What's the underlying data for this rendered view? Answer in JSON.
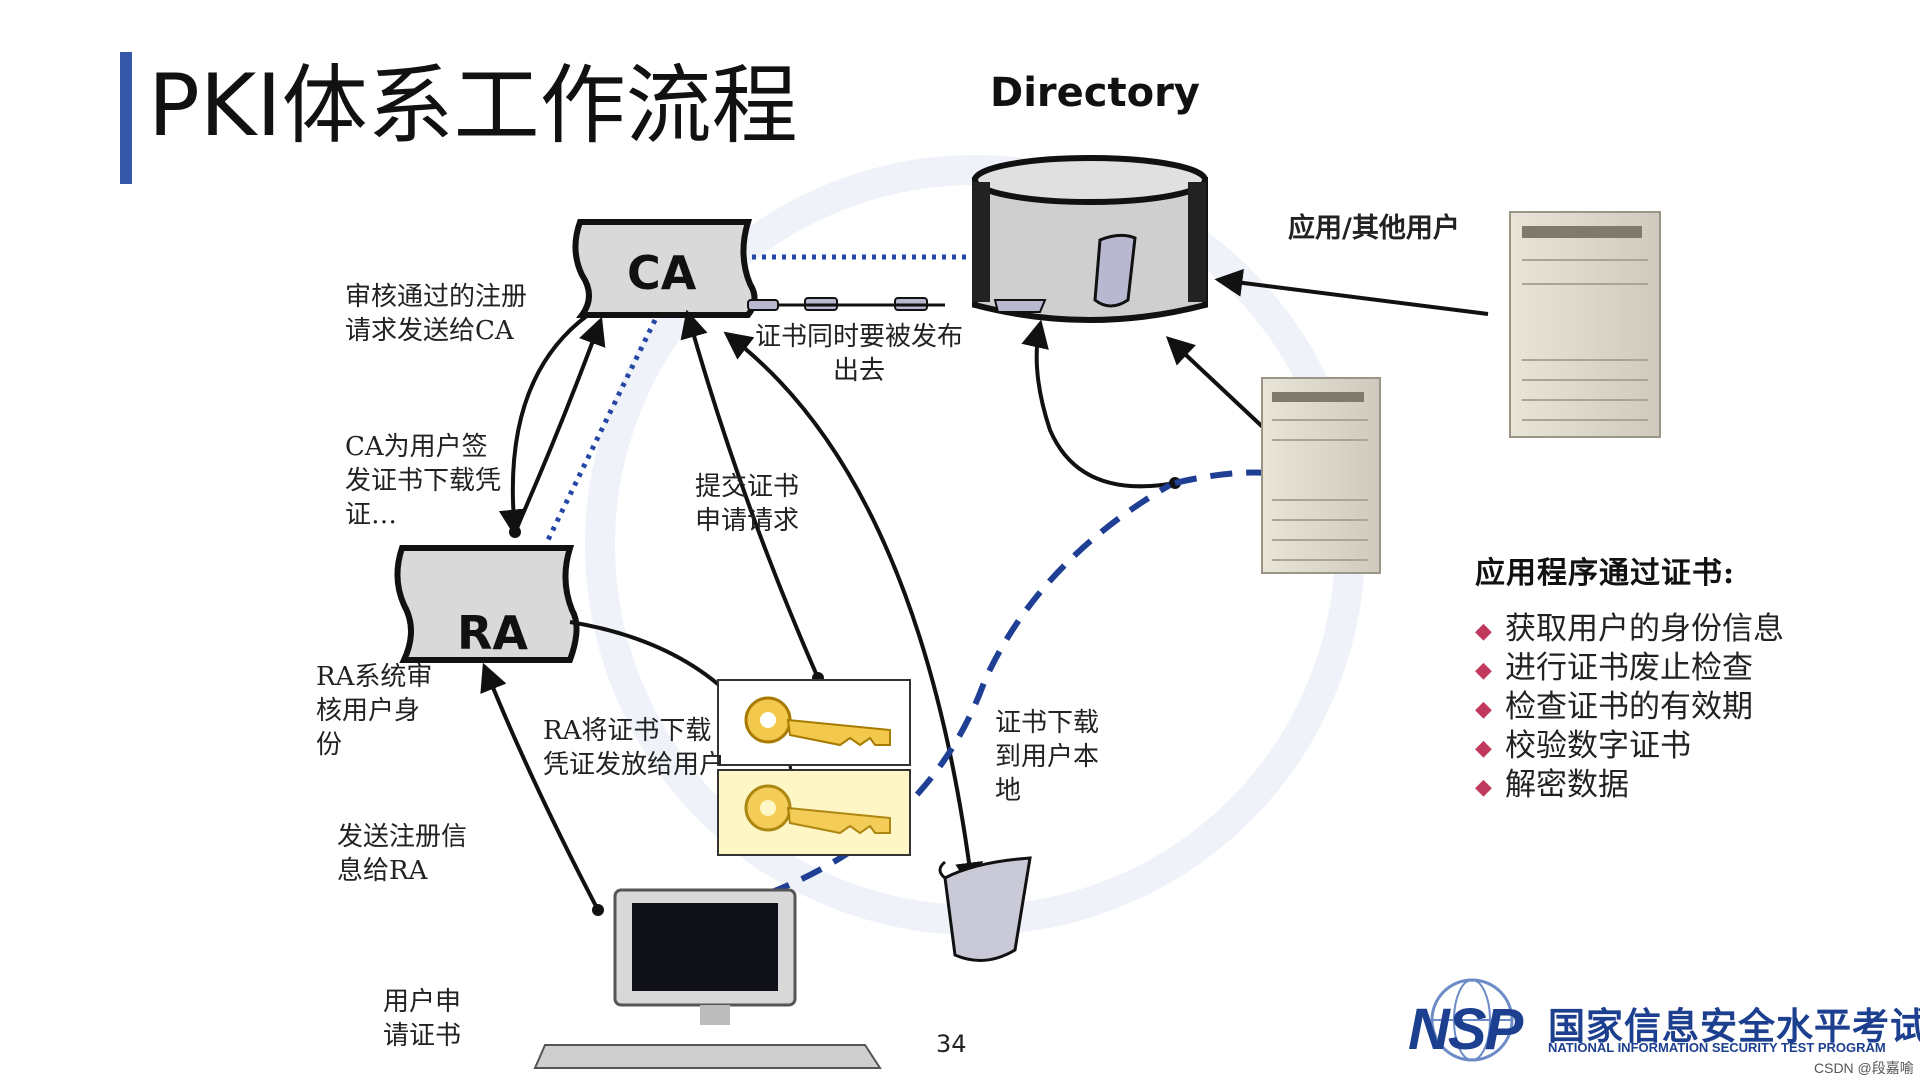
{
  "slide": {
    "title": "PKI体系工作流程",
    "page_number": "34",
    "watermark": "CSDN @段嘉喻",
    "accent_color": "#3557a7"
  },
  "nodes": {
    "ca": "CA",
    "ra": "RA",
    "directory": "Directory"
  },
  "labels": {
    "ca_to_ra": "审核通过的注册\n请求发送给CA",
    "ca_issue": "CA为用户签\n发证书下载凭\n证…",
    "publish": "证书同时要被发布\n出去",
    "submit": "提交证书\n申请请求",
    "ra_audit": "RA系统审\n核用户身\n份",
    "ra_deliver": "RA将证书下载\n凭证发放给用户",
    "download": "证书下载\n到用户本\n地",
    "send_reg": "发送注册信\n息给RA",
    "user_apply": "用户申\n请证书",
    "app_users": "应用/其他用户"
  },
  "uses": {
    "title": "应用程序通过证书:",
    "items": [
      "获取用户的身份信息",
      "进行证书废止检查",
      "检查证书的有效期",
      "校验数字证书",
      "解密数据"
    ]
  },
  "logo": {
    "acronym": "NSP",
    "name_cn": "国家信息安全水平考试",
    "name_en": "NATIONAL INFORMATION SECURITY TEST PROGRAM",
    "color": "#1d3f8f"
  },
  "colors": {
    "dotted_link": "#2446a6",
    "dashed_flow": "#1f3f94",
    "bullet": "#c0395d",
    "key": "#f2c94c"
  }
}
